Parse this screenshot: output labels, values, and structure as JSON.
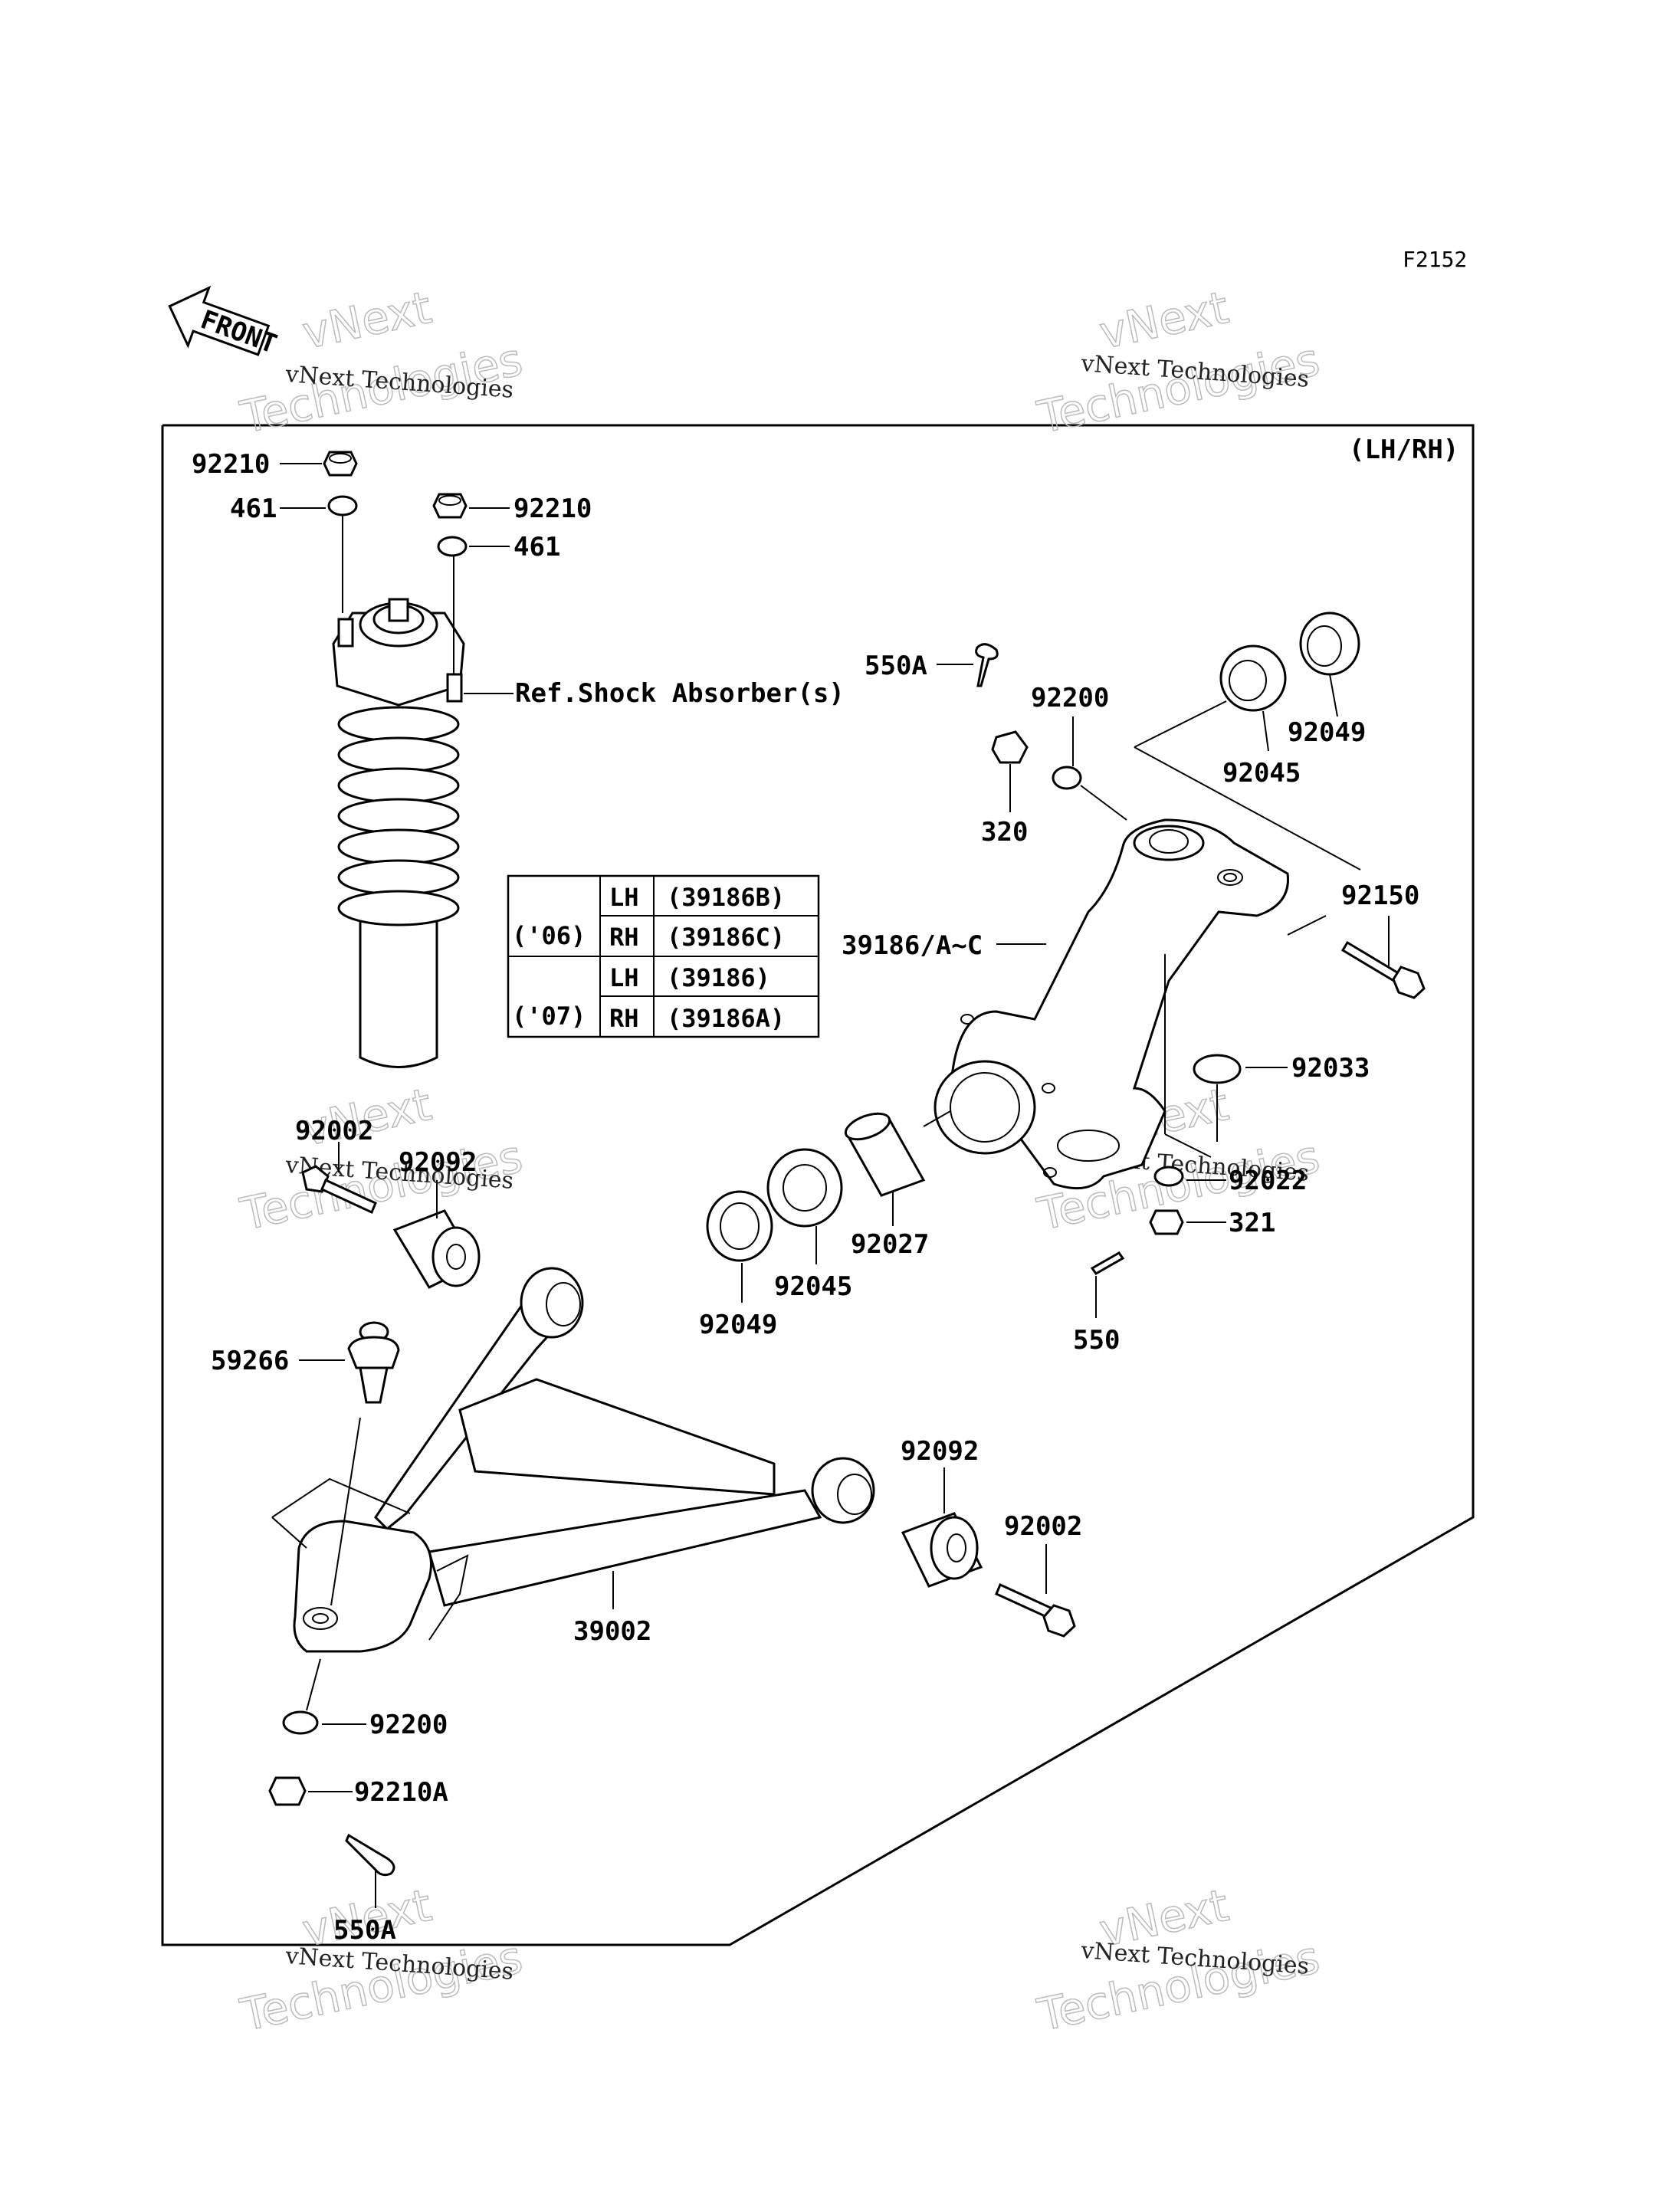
{
  "figure_code": "F2152",
  "side_note": "(LH/RH)",
  "front_label": "FRONT",
  "watermark": {
    "line1": "vNext",
    "line2": "Technologies",
    "caption": "vNext Technologies"
  },
  "reference_note": "Ref.Shock Absorber(s)",
  "callouts": {
    "nut_top_left": "92210",
    "washer_top_left": "461",
    "nut_top_right": "92210",
    "washer_top_right": "461",
    "cotter_pin_top": "550A",
    "washer_knuckle": "92200",
    "nut_castle_top": "320",
    "seal_top": "92049",
    "bearing_top": "92045",
    "bolt_knuckle": "92150",
    "knuckle": "39186/A~C",
    "circlip": "92033",
    "washer_lower_knuckle": "92022",
    "nut_lower_knuckle": "321",
    "cotter_pin_lower": "550",
    "spacer": "92027",
    "bearing_lower": "92045",
    "seal_lower": "92049",
    "bolt_upper_left": "92002",
    "bushing_upper_left": "92092",
    "ball_joint": "59266",
    "bushing_right": "92092",
    "bolt_right": "92002",
    "arm": "39002",
    "washer_bottom": "92200",
    "nut_bottom": "92210A",
    "cotter_pin_bottom": "550A"
  },
  "knuckle_table": {
    "rows": [
      {
        "year": "('06)",
        "side": "LH",
        "part": "(39186B)"
      },
      {
        "year": "",
        "side": "RH",
        "part": "(39186C)"
      },
      {
        "year": "('07)",
        "side": "LH",
        "part": "(39186)"
      },
      {
        "year": "",
        "side": "RH",
        "part": "(39186A)"
      }
    ]
  }
}
